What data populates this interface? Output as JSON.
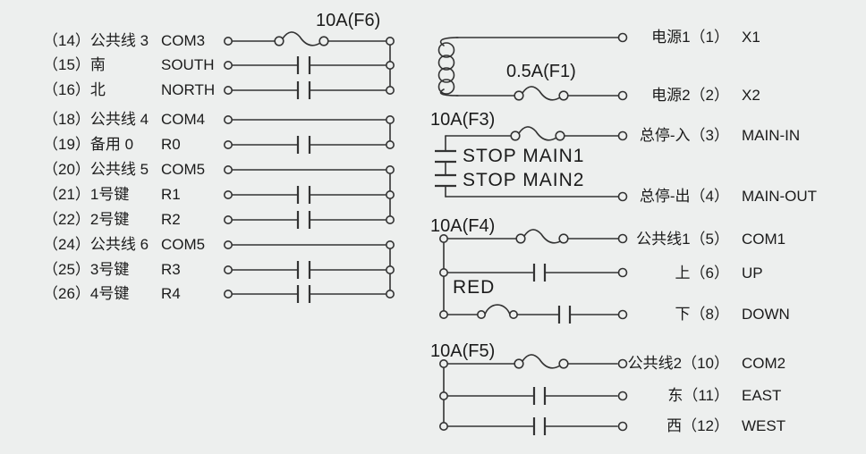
{
  "diagram_title": "receiver-terminal-wiring-diagram",
  "colors": {
    "background": "#edefee",
    "line": "#333333",
    "text": "#1b1b1b"
  },
  "left_rows": [
    {
      "label": "（14）公共线 3",
      "code": "COM3"
    },
    {
      "label": "（15）南",
      "code": "SOUTH"
    },
    {
      "label": "（16）北",
      "code": "NORTH"
    },
    {
      "label": "（18）公共线 4",
      "code": "COM4"
    },
    {
      "label": "（19）备用 0",
      "code": "R0"
    },
    {
      "label": "（20）公共线 5",
      "code": "COM5"
    },
    {
      "label": "（21）1号键",
      "code": "R1"
    },
    {
      "label": "（22）2号键",
      "code": "R2"
    },
    {
      "label": "（24）公共线 6",
      "code": "COM5"
    },
    {
      "label": "（25）3号键",
      "code": "R3"
    },
    {
      "label": "（26）4号键",
      "code": "R4"
    }
  ],
  "right_rows": [
    {
      "label": "电源1（1）",
      "code": "X1"
    },
    {
      "label": "电源2（2）",
      "code": "X2"
    },
    {
      "label": "总停-入（3）",
      "code": "MAIN-IN"
    },
    {
      "label": "总停-出（4）",
      "code": "MAIN-OUT"
    },
    {
      "label": "公共线1（5）",
      "code": "COM1"
    },
    {
      "label": "上（6）",
      "code": "UP"
    },
    {
      "label": "下（8）",
      "code": "DOWN"
    },
    {
      "label": "公共线2（10）",
      "code": "COM2"
    },
    {
      "label": "东（11）",
      "code": "EAST"
    },
    {
      "label": "西（12）",
      "code": "WEST"
    }
  ],
  "fuses": {
    "f6": "10A(F6)",
    "f1": "0.5A(F1)",
    "f3": "10A(F3)",
    "f4": "10A(F4)",
    "f5": "10A(F5)"
  },
  "annotations": {
    "stop_main1": "STOP MAIN1",
    "stop_main2": "STOP MAIN2",
    "red": "RED"
  }
}
